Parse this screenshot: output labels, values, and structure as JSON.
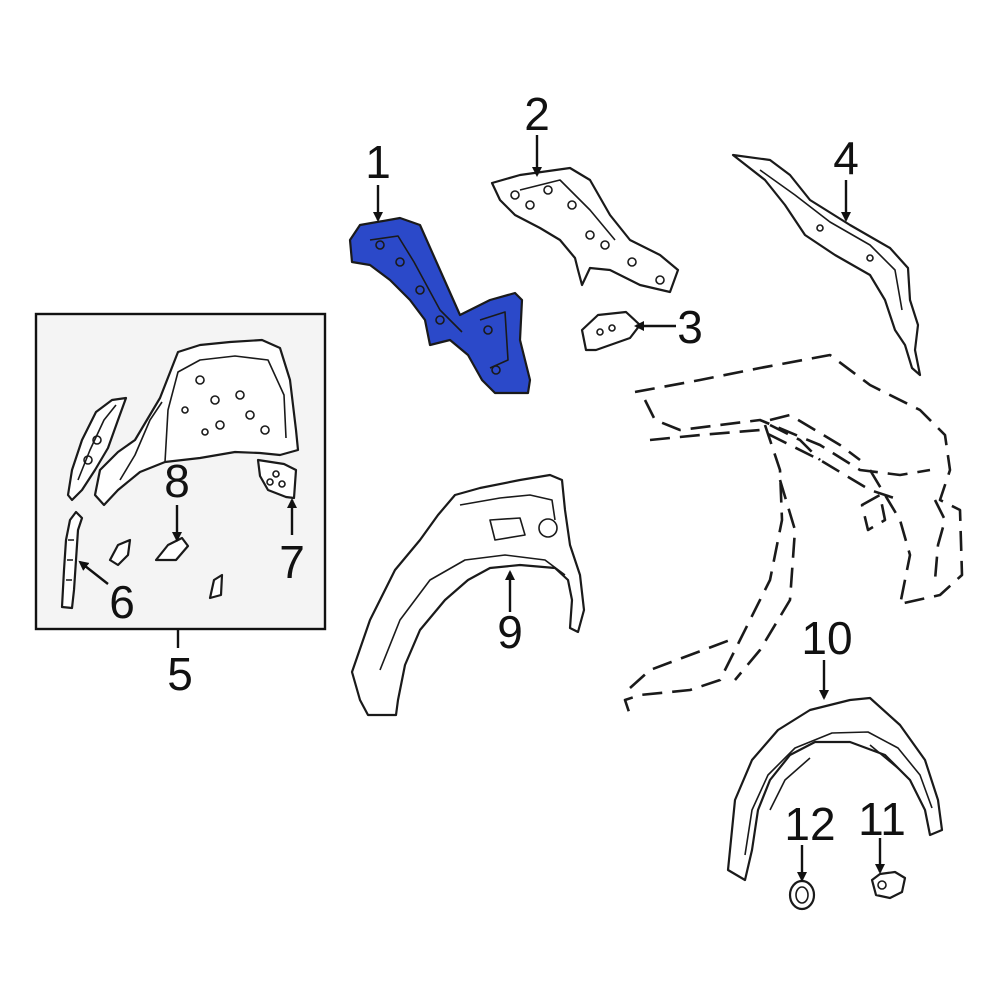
{
  "highlight_color": "#2b49c9",
  "callouts": {
    "c1": "1",
    "c2": "2",
    "c3": "3",
    "c4": "4",
    "c5": "5",
    "c6": "6",
    "c7": "7",
    "c8": "8",
    "c9": "9",
    "c10": "10",
    "c11": "11",
    "c12": "12"
  }
}
